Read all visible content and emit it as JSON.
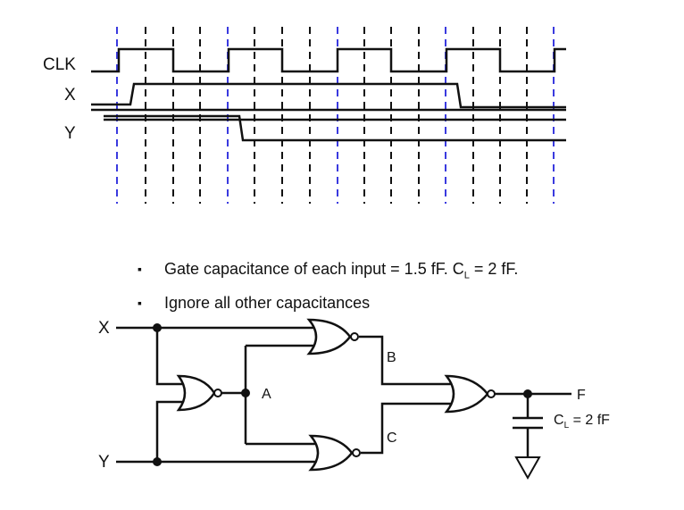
{
  "timing": {
    "signals": [
      {
        "name": "CLK"
      },
      {
        "name": "X"
      },
      {
        "name": "Y"
      }
    ]
  },
  "notes": {
    "bullet1_prefix": "Gate capacitance of each input = 1.5 fF.  C",
    "bullet1_sub": "L",
    "bullet1_suffix": " = 2 fF.",
    "bullet2": "Ignore all other capacitances"
  },
  "circuit": {
    "input_x": "X",
    "input_y": "Y",
    "node_a": "A",
    "node_b": "B",
    "node_c": "C",
    "output_f": "F",
    "load_prefix": "C",
    "load_sub": "L",
    "load_suffix": " = 2 fF"
  },
  "colors": {
    "clock_edge_guides": "#3a3adf",
    "guides": "#111111",
    "wires": "#111111"
  }
}
